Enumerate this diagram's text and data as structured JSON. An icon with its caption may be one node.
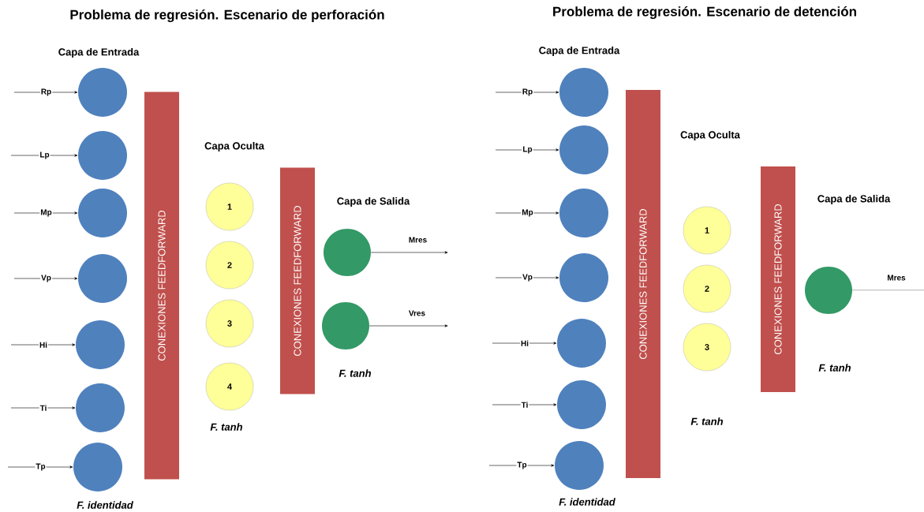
{
  "diagram": {
    "nodes": [
      {
        "text": [],
        "shape": "circle"
      },
      {
        "text": [],
        "shape": "circle"
      },
      {
        "text": [],
        "shape": "circle"
      },
      {
        "text": [],
        "shape": "circle"
      },
      {
        "text": [],
        "shape": "circle"
      },
      {
        "text": [],
        "shape": "circle"
      },
      {
        "text": [],
        "shape": "circle"
      },
      {
        "text": [
          "CONEXIONES FEEDFORWARD"
        ]
      },
      {
        "text": [
          "1"
        ]
      },
      {
        "text": [
          "2"
        ]
      },
      {
        "text": [
          "3"
        ]
      },
      {
        "text": [
          "4"
        ]
      },
      {
        "text": [
          "CONEXIONES FEEDFORWARD"
        ]
      },
      {
        "text": [],
        "shape": "circle"
      },
      {
        "text": [],
        "shape": "circle"
      },
      {
        "text": [],
        "shape": "circle"
      },
      {
        "text": [],
        "shape": "circle"
      },
      {
        "text": [],
        "shape": "circle"
      },
      {
        "text": [],
        "shape": "circle"
      },
      {
        "text": [],
        "shape": "circle"
      },
      {
        "text": [],
        "shape": "circle"
      },
      {
        "text": [],
        "shape": "circle"
      },
      {
        "text": [
          "CONEXIONES FEEDFORWARD"
        ]
      },
      {
        "text": [
          "1"
        ]
      },
      {
        "text": [
          "2"
        ]
      },
      {
        "text": [
          "3"
        ]
      },
      {
        "text": [
          "CONEXIONES FEEDFORWARD"
        ]
      },
      {
        "text": [],
        "shape": "circle"
      }
    ],
    "edges": [
      {
        "from": null,
        "to": 0,
        "arrow": "to",
        "label": "Rp"
      },
      {
        "from": null,
        "to": 1,
        "arrow": "to",
        "label": "Lp"
      },
      {
        "from": null,
        "to": 2,
        "arrow": "to",
        "label": "Mp"
      },
      {
        "from": null,
        "to": 3,
        "arrow": "to",
        "label": "Vp"
      },
      {
        "from": null,
        "to": 4,
        "arrow": "to",
        "label": "Hi"
      },
      {
        "from": null,
        "to": 5,
        "arrow": "to",
        "label": "Ti"
      },
      {
        "from": null,
        "to": 6,
        "arrow": "to",
        "label": "Tp"
      },
      {
        "from": 13,
        "to": null,
        "arrow": "to",
        "label": "Mres"
      },
      {
        "from": 14,
        "to": null,
        "arrow": "to",
        "label": "Vres"
      },
      {
        "from": null,
        "to": 15,
        "arrow": "to",
        "label": "Rp"
      },
      {
        "from": null,
        "to": 16,
        "arrow": "to",
        "label": "Lp"
      },
      {
        "from": null,
        "to": 17,
        "arrow": "to",
        "label": "Mp"
      },
      {
        "from": null,
        "to": 18,
        "arrow": "to",
        "label": "Vp"
      },
      {
        "from": null,
        "to": 19,
        "arrow": "to",
        "label": "Hi"
      },
      {
        "from": null,
        "to": 20,
        "arrow": "to",
        "label": "Ti"
      },
      {
        "from": null,
        "to": 21,
        "arrow": "to",
        "label": "Tp"
      },
      {
        "from": 27,
        "to": null,
        "arrow": "none",
        "label": "Mres"
      }
    ],
    "labels": [
      "Problema de regresión. Escenario de perforación",
      "Capa de Entrada",
      "Capa Oculta",
      "Capa de Salida",
      "F. tanh",
      "F. tanh",
      "F. identidad",
      "Problema de regresión. Escenario de detención",
      "Capa de Entrada",
      "Capa Oculta",
      "Capa de Salida",
      "F. tanh",
      "F. tanh",
      "F. identidad"
    ]
  }
}
